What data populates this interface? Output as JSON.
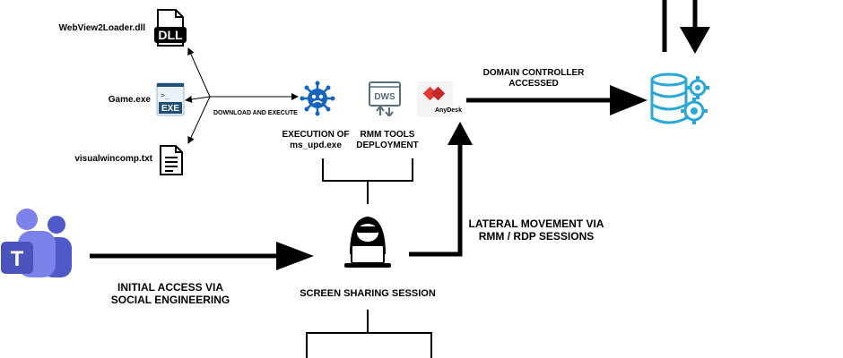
{
  "files": {
    "dll": {
      "label": "WebView2Loader.dll",
      "badge": "DLL"
    },
    "exe": {
      "label": "Game.exe",
      "badge": "EXE",
      "prompt": ">_"
    },
    "txt": {
      "label": "visualwincomp.txt"
    }
  },
  "download": {
    "label": "DOWNLOAD AND EXECUTE"
  },
  "execution": {
    "line1": "EXECUTION OF",
    "line2": "ms_upd.exe"
  },
  "rmm": {
    "line1": "RMM TOOLS",
    "line2": "DEPLOYMENT",
    "dws_badge": "DWS",
    "anydesk_label": "AnyDesk"
  },
  "domain": {
    "line1": "DOMAIN CONTROLLER",
    "line2": "ACCESSED"
  },
  "lateral": {
    "line1": "LATERAL MOVEMENT VIA",
    "line2": "RMM / RDP SESSIONS"
  },
  "initial": {
    "line1": "INITIAL ACCESS VIA",
    "line2": "SOCIAL ENGINEERING"
  },
  "screen": {
    "label": "SCREEN SHARING SESSION"
  },
  "teams": {
    "letter": "T"
  },
  "colors": {
    "teams_dark": "#4b53bc",
    "teams_light": "#7b83eb",
    "virus": "#1565c0",
    "db": "#29a8d8",
    "anydesk": "#e53935"
  }
}
